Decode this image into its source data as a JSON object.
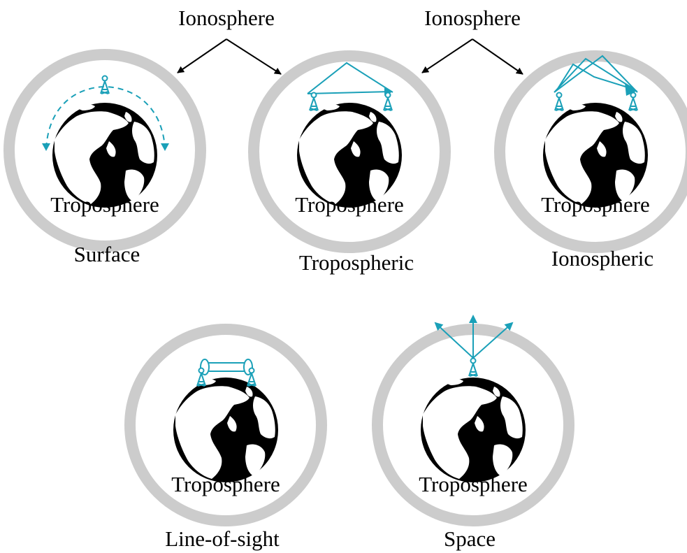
{
  "labels": {
    "ionosphere_left": "Ionosphere",
    "ionosphere_right": "Ionosphere",
    "troposphere": "Troposphere"
  },
  "panels": [
    {
      "id": "surface",
      "caption": "Surface"
    },
    {
      "id": "tropospheric",
      "caption": "Tropospheric"
    },
    {
      "id": "ionospheric",
      "caption": "Ionospheric"
    },
    {
      "id": "line-of-sight",
      "caption": "Line-of-sight"
    },
    {
      "id": "space",
      "caption": "Space"
    }
  ],
  "colors": {
    "shell": "#cccccc",
    "earth": "#000000",
    "signal": "#1aa0b8"
  }
}
